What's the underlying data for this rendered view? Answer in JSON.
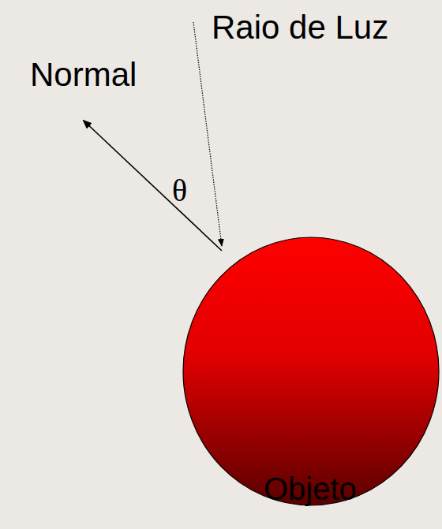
{
  "diagram": {
    "nodes": [
      {
        "text": [
          "Objeto"
        ]
      }
    ],
    "labels": [
      "Raio de Luz",
      "Normal",
      "θ"
    ]
  }
}
